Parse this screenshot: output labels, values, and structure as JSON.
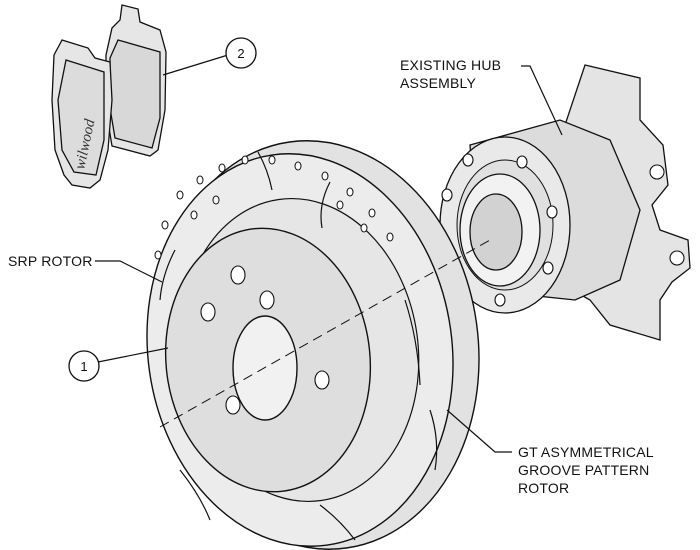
{
  "labels": {
    "hub_line1": "EXISTING HUB",
    "hub_line2": "ASSEMBLY",
    "srp_rotor": "SRP ROTOR",
    "gt_line1": "GT ASYMMETRICAL",
    "gt_line2": "GROOVE PATTERN",
    "gt_line3": "ROTOR"
  },
  "callouts": {
    "one": "1",
    "two": "2"
  },
  "brand": {
    "pad_logo": "wilwood"
  },
  "colors": {
    "part_fill": "#e6e6e6",
    "part_shade": "#cfcfcf",
    "line": "#111111"
  }
}
